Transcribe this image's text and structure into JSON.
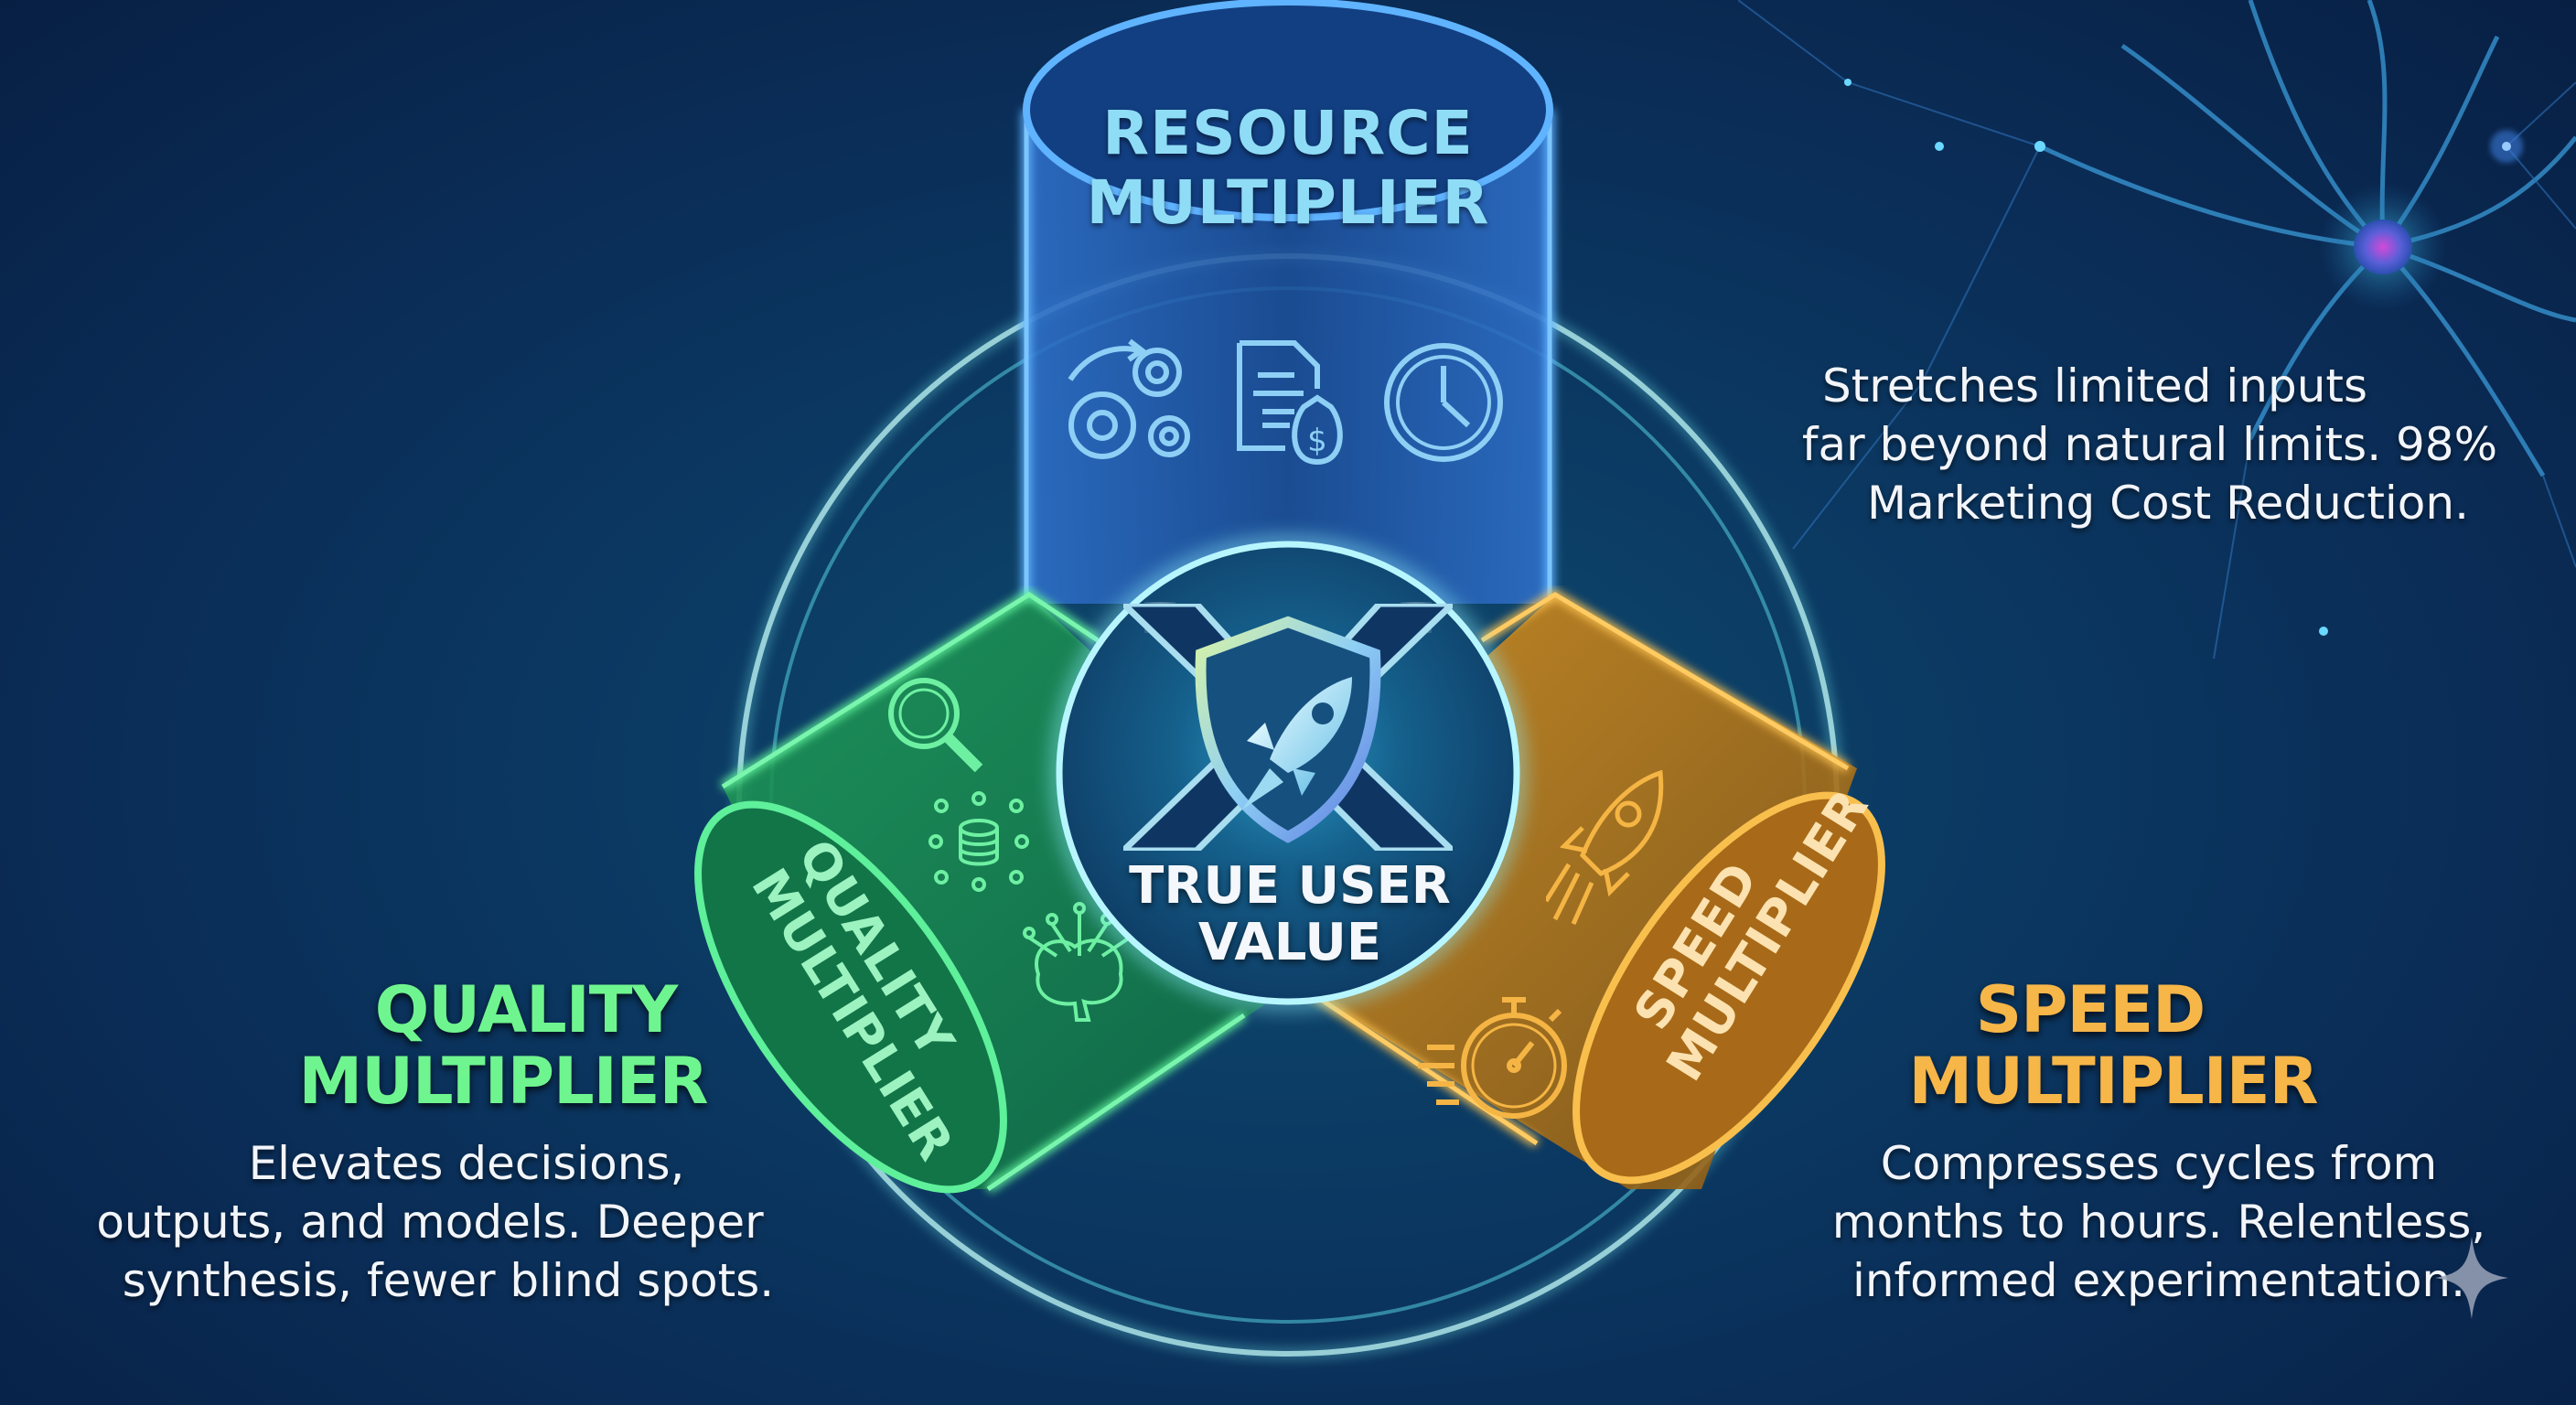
{
  "center": {
    "label_line1": "TRUE USER",
    "label_line2": "VALUE",
    "logo_icon": "x-shield-rocket-icon"
  },
  "resource": {
    "cylinder_line1": "RESOURCE",
    "cylinder_line2": "MULTIPLIER",
    "icons": [
      "gears-cycle-icon",
      "document-money-bag-icon",
      "clock-icon"
    ],
    "desc_line1": "Stretches limited inputs",
    "desc_line2": "far beyond natural limits. 98%",
    "desc_line3": "Marketing Cost Reduction.",
    "color": "#4aa3f0"
  },
  "quality": {
    "cylinder_line1": "QUALITY",
    "cylinder_line2": "MULTIPLIER",
    "heading_line1": "QUALITY",
    "heading_line2": "MULTIPLIER",
    "icons": [
      "magnifier-icon",
      "database-network-icon",
      "brain-network-icon"
    ],
    "desc_line1": "Elevates decisions,",
    "desc_line2": "outputs, and models. Deeper",
    "desc_line3": "synthesis, fewer blind spots.",
    "color": "#5ee88a"
  },
  "speed": {
    "cylinder_line1": "SPEED",
    "cylinder_line2": "MULTIPLIER",
    "heading_line1": "SPEED",
    "heading_line2": "MULTIPLIER",
    "icons": [
      "rocket-icon",
      "stopwatch-icon"
    ],
    "desc_line1": "Compresses cycles from",
    "desc_line2": "months to hours. Relentless,",
    "desc_line3": "informed experimentation.",
    "color": "#f5b544"
  },
  "decorations": {
    "background_icon": "neuron-icon",
    "corner_icon": "sparkle-icon"
  }
}
